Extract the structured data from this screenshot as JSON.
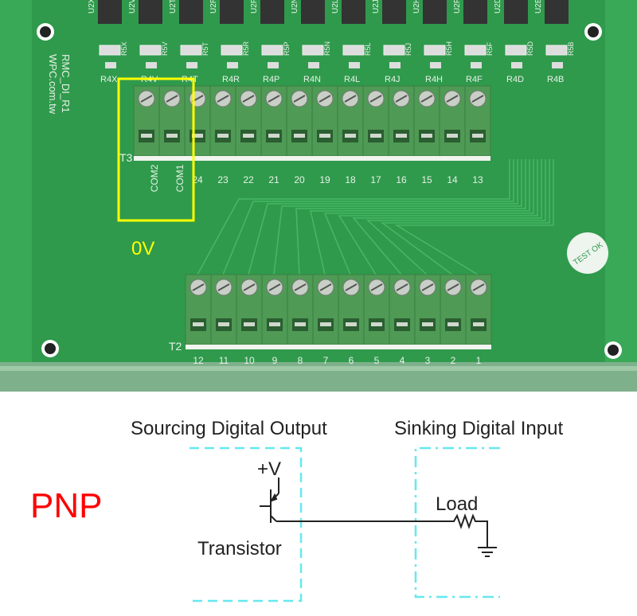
{
  "board": {
    "name": "RMC_DI_R1",
    "website": "WPC.com.tw",
    "ic_labels": [
      "U2X",
      "U2V",
      "U2T",
      "U2R",
      "U2P",
      "U2N",
      "U2L",
      "U2J",
      "U2H",
      "U2F",
      "U2D",
      "U2B"
    ],
    "resistor_labels": [
      "R4X",
      "R4V",
      "R4T",
      "R4R",
      "R4P",
      "R4N",
      "R4L",
      "R4J",
      "R4H",
      "R4F",
      "R4D",
      "R4B"
    ],
    "side_resistor_labels": [
      "R5X",
      "R5V",
      "R5T",
      "R5R",
      "R5P",
      "R5N",
      "R5L",
      "R5J",
      "R5H",
      "R5F",
      "R5D",
      "R5B"
    ],
    "t3": {
      "label": "T3",
      "pins": [
        "COM2",
        "COM1",
        "24",
        "23",
        "22",
        "21",
        "20",
        "19",
        "18",
        "17",
        "16",
        "15",
        "14",
        "13"
      ]
    },
    "t2": {
      "label": "T2",
      "pins": [
        "12",
        "11",
        "10",
        "9",
        "8",
        "7",
        "6",
        "5",
        "4",
        "3",
        "2",
        "1"
      ]
    },
    "test_sticker": "TEST OK",
    "highlight_label": "0V",
    "highlight_color": "#ffff00"
  },
  "diagram": {
    "type_label": "PNP",
    "type_color": "#ff0000",
    "left_title": "Sourcing Digital Output",
    "right_title": "Sinking Digital Input",
    "supply_label": "+V",
    "transistor_label": "Transistor",
    "load_label": "Load",
    "box_color": "#66e8f0"
  }
}
